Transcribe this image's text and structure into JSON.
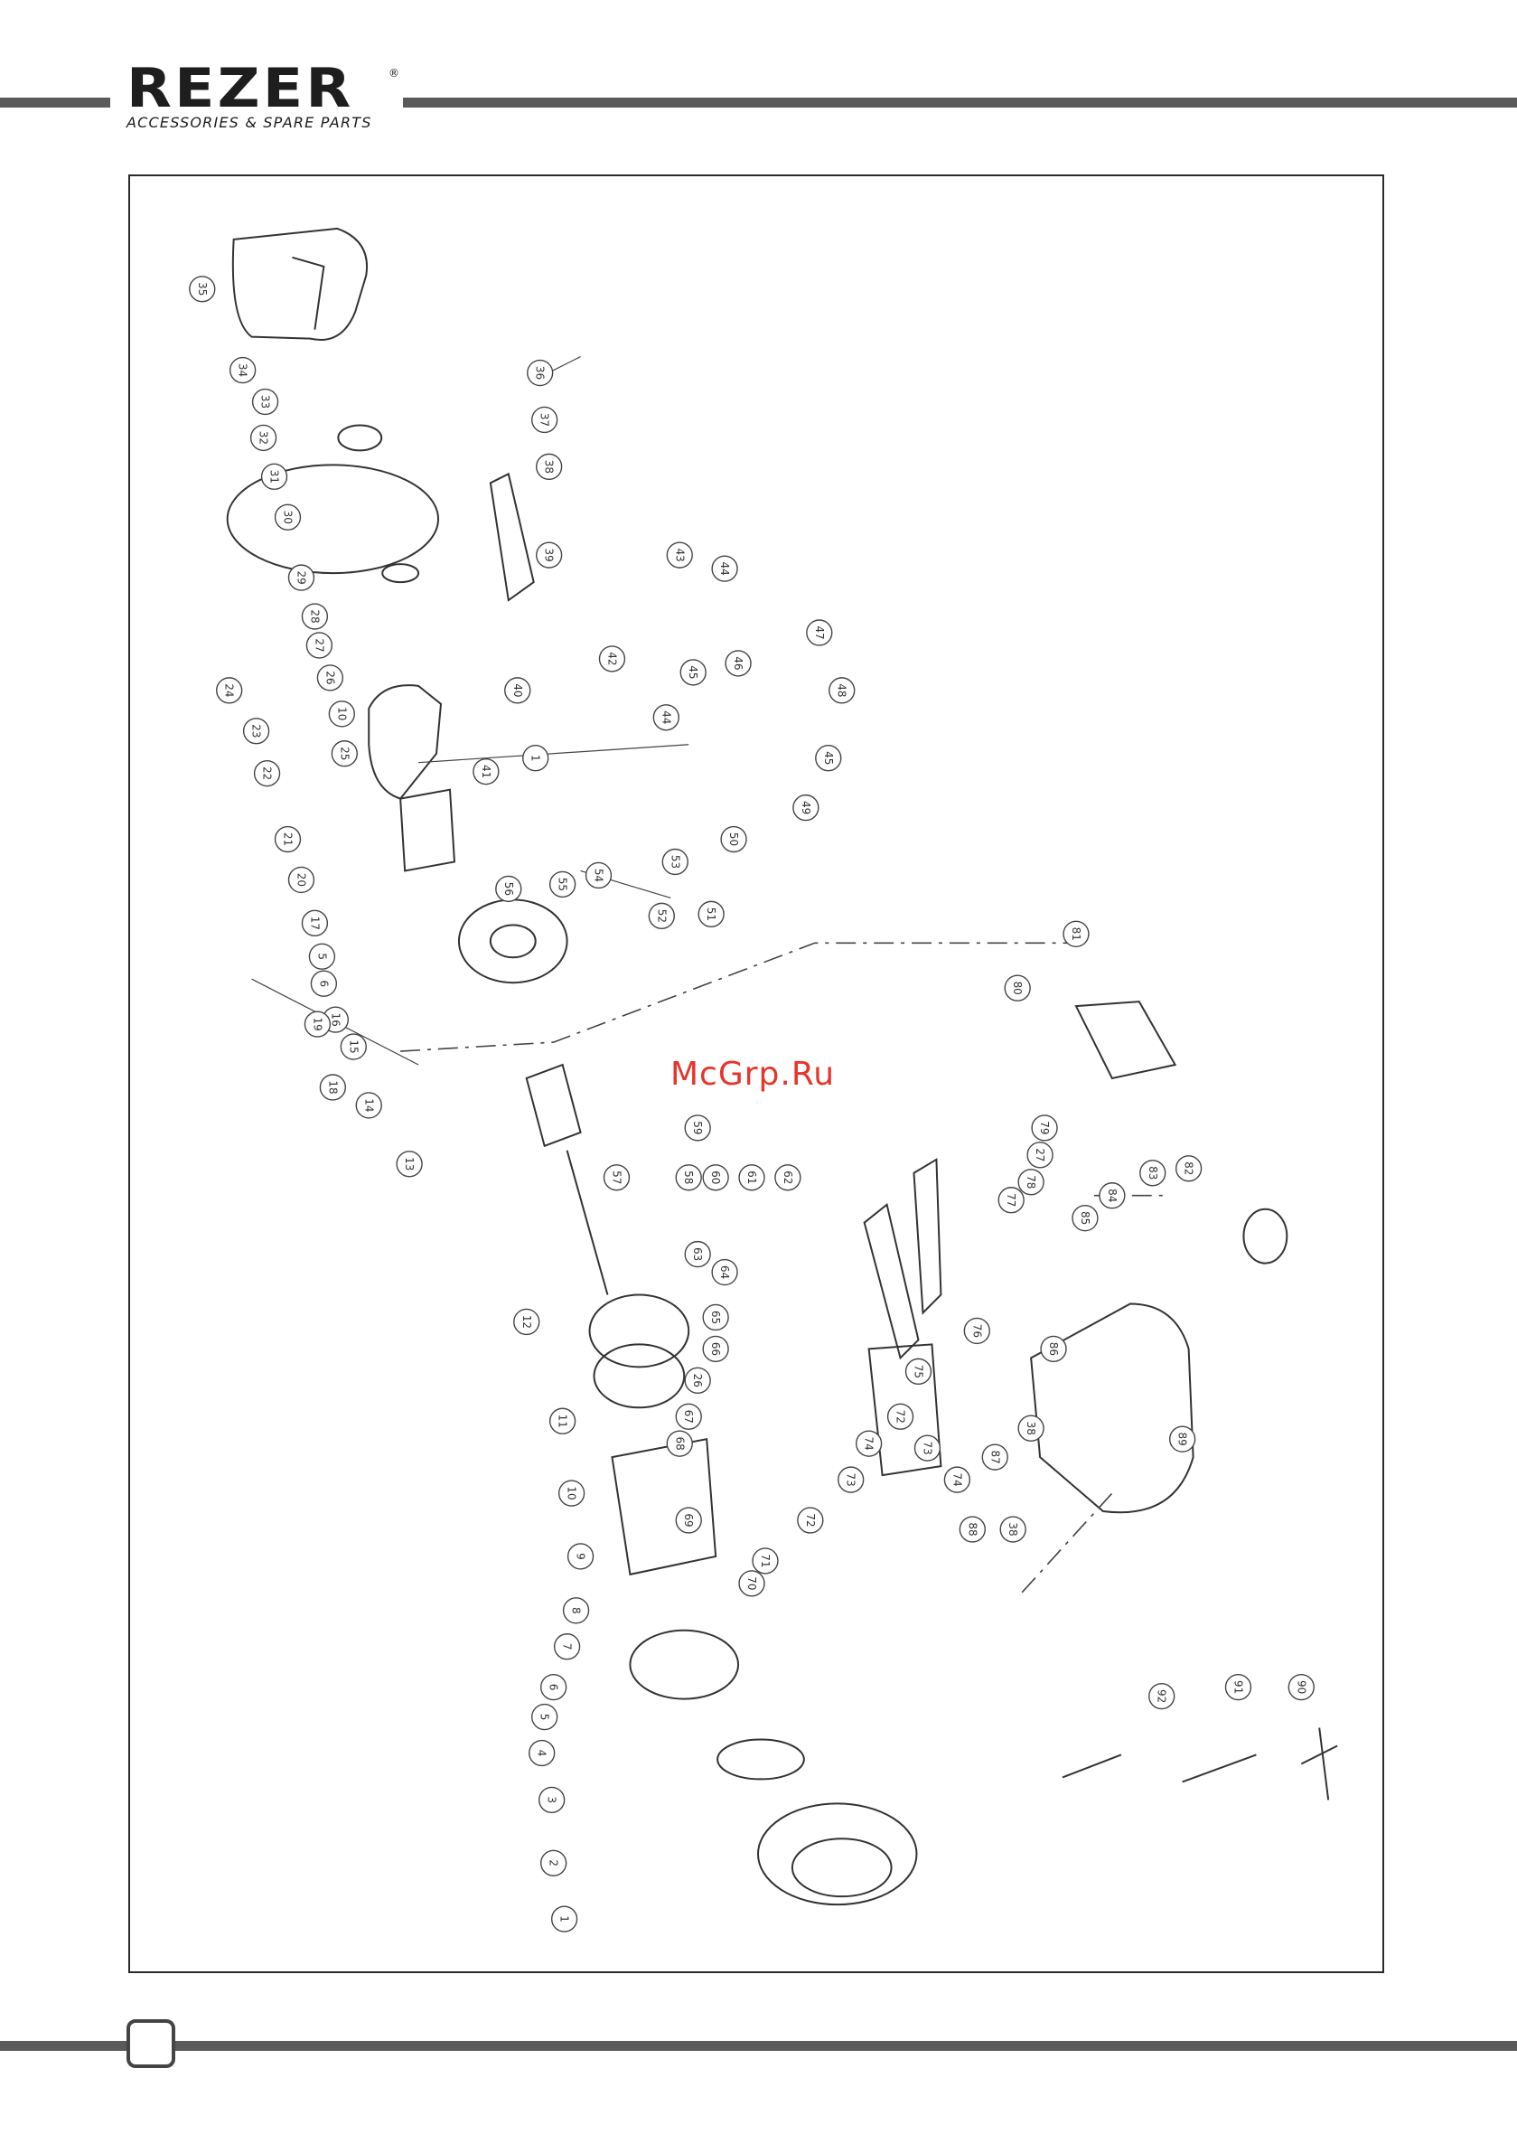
{
  "header": {
    "brand": "REZER",
    "registered_mark": "®",
    "tagline": "ACCESSORIES & SPARE PARTS"
  },
  "watermark": {
    "text": "McGrp.Ru",
    "color": "#e8342b"
  },
  "diagram": {
    "part_labels": [
      "1",
      "2",
      "3",
      "4",
      "5",
      "6",
      "7",
      "8",
      "9",
      "10",
      "11",
      "12",
      "13",
      "14",
      "15",
      "16",
      "17",
      "18",
      "19",
      "20",
      "21",
      "22",
      "23",
      "24",
      "25",
      "26",
      "27",
      "28",
      "29",
      "30",
      "31",
      "32",
      "33",
      "34",
      "35",
      "36",
      "37",
      "38",
      "39",
      "40",
      "41",
      "42",
      "43",
      "44",
      "45",
      "46",
      "47",
      "48",
      "49",
      "50",
      "51",
      "52",
      "53",
      "54",
      "55",
      "56",
      "57",
      "58",
      "59",
      "60",
      "61",
      "62",
      "63",
      "64",
      "65",
      "66",
      "67",
      "68",
      "69",
      "70",
      "71",
      "72",
      "73",
      "74",
      "75",
      "76",
      "77",
      "78",
      "79",
      "80",
      "81",
      "82",
      "83",
      "84",
      "85",
      "86",
      "87",
      "88",
      "89",
      "90",
      "91",
      "92"
    ]
  },
  "footer": {
    "page_number": ""
  }
}
